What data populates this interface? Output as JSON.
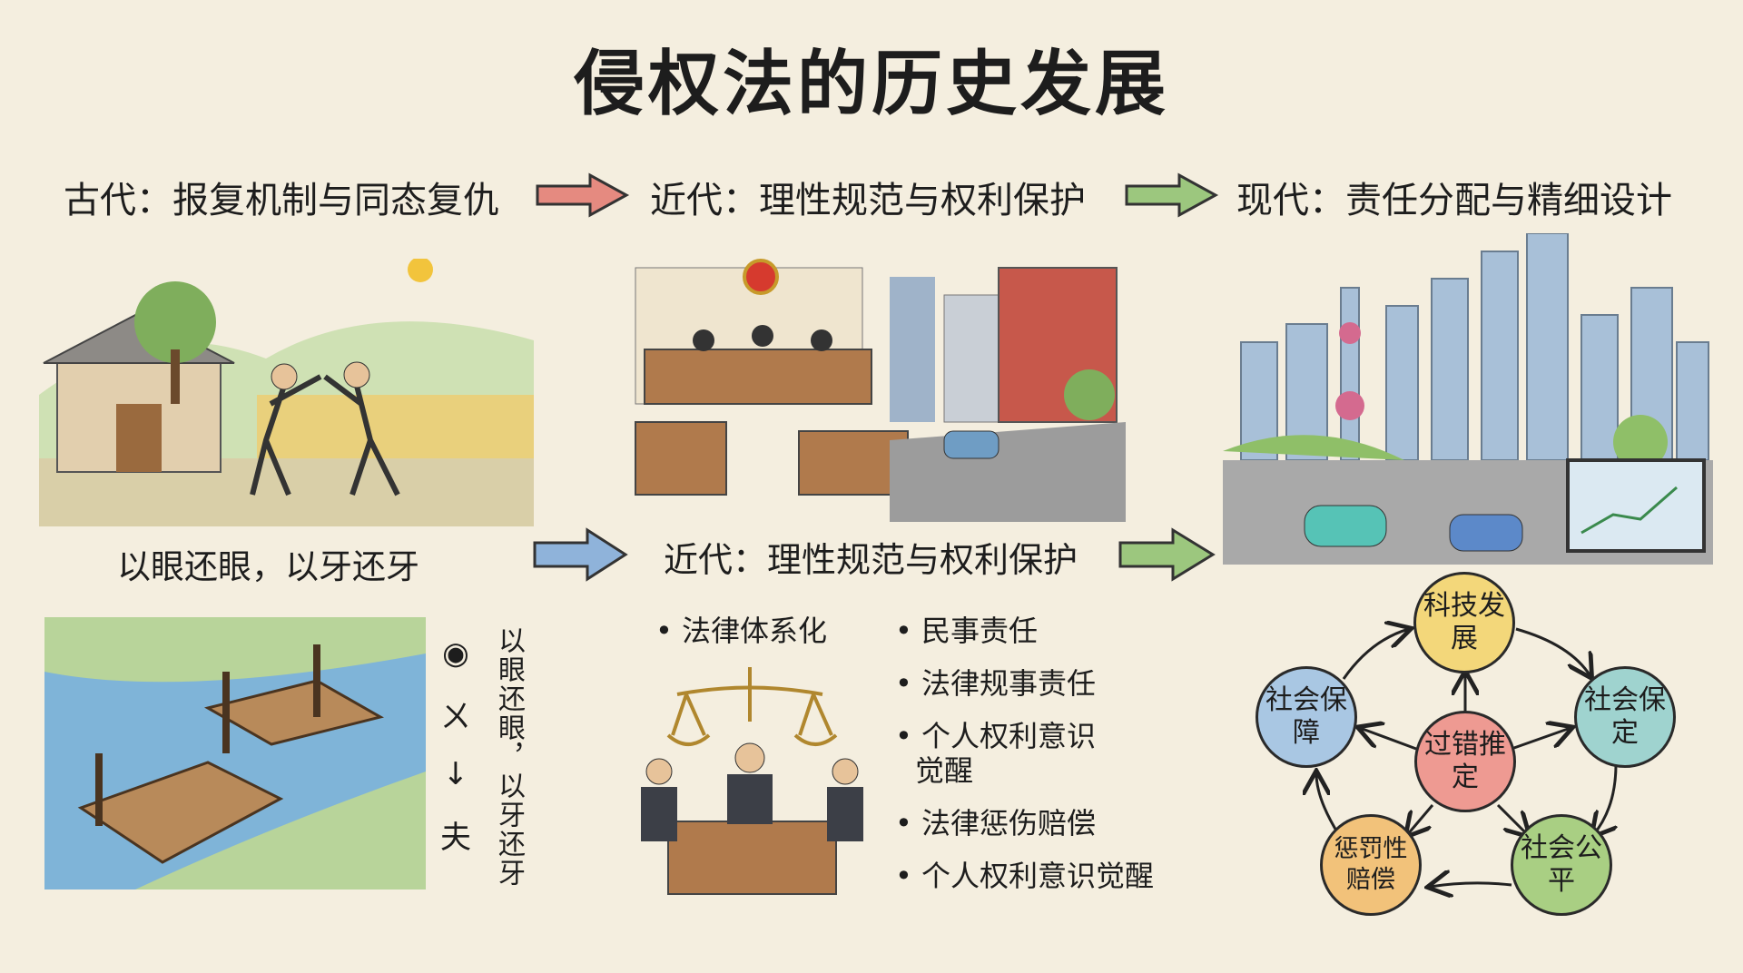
{
  "title": "侵权法的历史发展",
  "stages": [
    {
      "label": "古代：报复机制与同态复仇"
    },
    {
      "label": "近代：理性规范与权利保护"
    },
    {
      "label": "现代：责任分配与精细设计"
    }
  ],
  "ancient": {
    "caption": "以眼还眼，以牙还牙",
    "vertical_text": "以眼还眼，以牙还牙",
    "glyphs": [
      "◉",
      "ㄨ",
      "↓",
      "夫"
    ]
  },
  "modern_era": {
    "subheading": "近代：理性规范与权利保护",
    "bullets_left": [
      "法律体系化"
    ],
    "bullets_right": [
      "民事责任",
      "法律规事责任",
      "个人权利意识觉醒",
      "法律惩伤赔偿",
      "个人权利意识觉醒"
    ]
  },
  "cycle": {
    "center": "过错推定",
    "nodes": [
      "科技发展",
      "社会保定",
      "社会公平",
      "惩罚性赔偿",
      "社会保障"
    ]
  },
  "colors": {
    "background": "#f4eedf",
    "arrow_red": "#e58a80",
    "arrow_green": "#9cc77e",
    "arrow_blue": "#8fb3da",
    "node_yellow": "#f3d77a",
    "node_teal": "#9fd3cf",
    "node_green": "#a9cf83",
    "node_orange": "#f2c27a",
    "node_blue": "#a9c7e3",
    "node_red": "#ee9a92"
  }
}
